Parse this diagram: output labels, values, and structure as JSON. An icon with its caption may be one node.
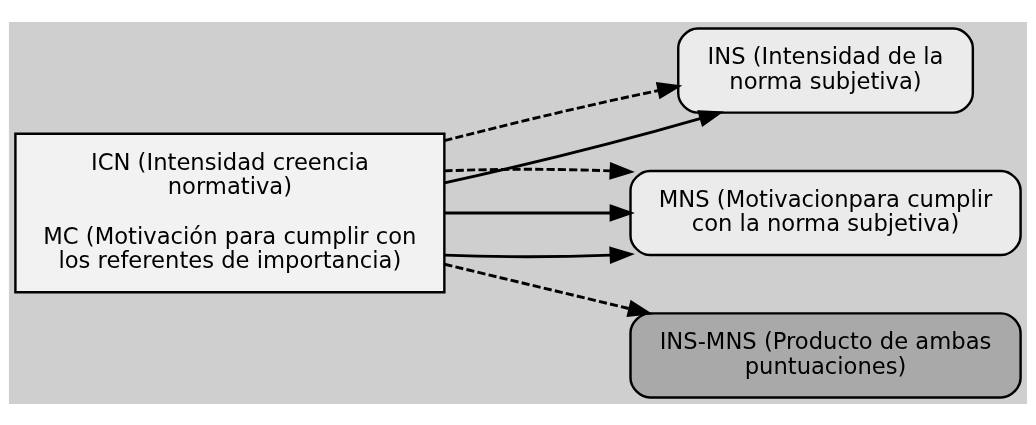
{
  "diagram": {
    "nodes": [
      {
        "text": [
          "ICN (Intensidad creencia normativa)",
          "MC (Motivación para cumplir con los referentes de importancia)"
        ]
      },
      {
        "text": [
          "INS (Intensidad de la norma subjetiva)"
        ]
      },
      {
        "text": [
          "MNS (Motivacionpara cumplir con la norma subjetiva)"
        ]
      },
      {
        "text": [
          "INS-MNS (Producto de ambas puntuaciones)"
        ]
      }
    ],
    "edges": [
      {
        "from": 0,
        "to": 1,
        "arrow": "to"
      },
      {
        "from": 0,
        "to": 2,
        "arrow": "to"
      },
      {
        "from": 0,
        "to": 2,
        "arrow": "to"
      },
      {
        "from": 0,
        "to": 1,
        "arrow": "to",
        "style": "dashed"
      },
      {
        "from": 0,
        "to": 2,
        "arrow": "to",
        "style": "dashed"
      },
      {
        "from": 0,
        "to": 3,
        "arrow": "to",
        "style": "dashed"
      }
    ]
  }
}
